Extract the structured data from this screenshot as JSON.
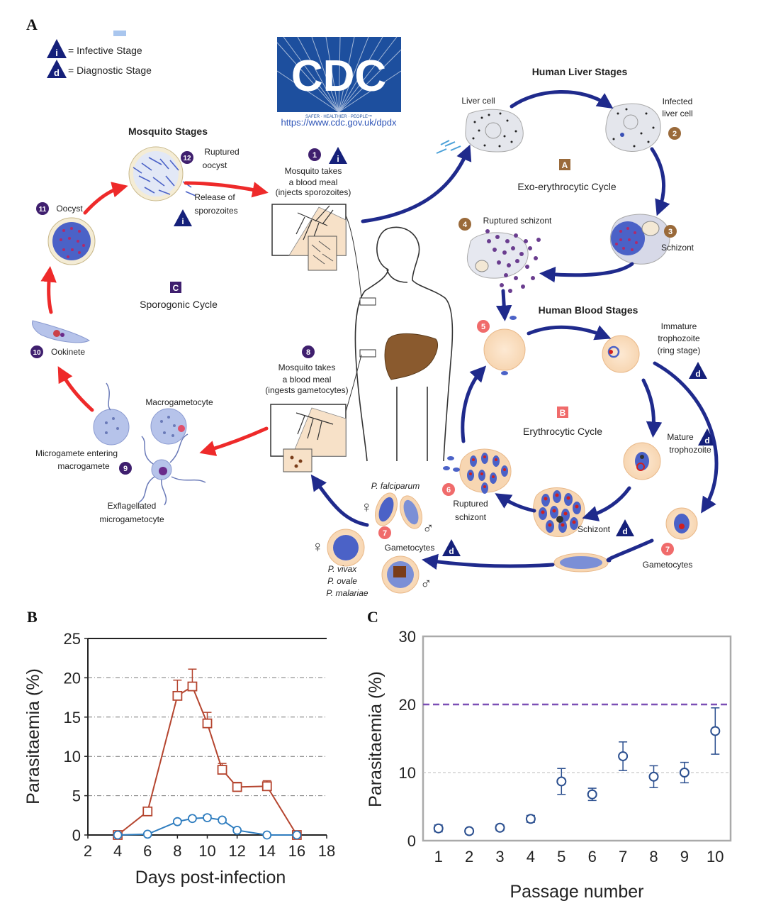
{
  "panel_a": {
    "letter": "A",
    "legend": [
      {
        "symbol": "i",
        "text": "= Infective Stage"
      },
      {
        "symbol": "d",
        "text": "= Diagnostic Stage"
      }
    ],
    "cdc_logo": {
      "text": "CDC",
      "tagline": "SAFER · HEALTHIER · PEOPLE™",
      "url": "https://www.cdc.gov.uk/dpdx"
    },
    "sections": {
      "mosquito": "Mosquito Stages",
      "liver": "Human Liver Stages",
      "blood": "Human Blood Stages"
    },
    "cycles": [
      {
        "letter": "A",
        "name": "Exo-erythrocytic Cycle",
        "color": "#9a6a3a"
      },
      {
        "letter": "B",
        "name": "Erythrocytic Cycle",
        "color": "#f06b6b"
      },
      {
        "letter": "C",
        "name": "Sporogonic Cycle",
        "color": "#3f1f6e"
      }
    ],
    "labels": {
      "s1_line1": "Mosquito takes",
      "s1_line2": "a blood meal",
      "s1_line3": "(injects sporozoites)",
      "liver_cell": "Liver cell",
      "infected_1": "Infected",
      "infected_2": "liver cell",
      "schizont": "Schizont",
      "ruptured_schizont": "Ruptured schizont",
      "immature_1": "Immature",
      "immature_2": "trophozoite",
      "immature_3": "(ring stage)",
      "mature_1": "Mature",
      "mature_2": "trophozoite",
      "blood_schizont": "Schizont",
      "ruptured_1": "Ruptured",
      "ruptured_2": "schizont",
      "gametocytes": "Gametocytes",
      "gametocytes_right": "Gametocytes",
      "p_falciparum": "P. falciparum",
      "p_vivax": "P. vivax",
      "p_ovale": "P. ovale",
      "p_malariae": "P. malariae",
      "s8_line1": "Mosquito takes",
      "s8_line2": "a blood meal",
      "s8_line3": "(ingests gametocytes)",
      "macrogametocyte": "Macrogametocyte",
      "microgamete_1": "Microgamete entering",
      "microgamete_2": "macrogamete",
      "exflag_1": "Exflagellated",
      "exflag_2": "microgametocyte",
      "ookinete": "Ookinete",
      "oocyst": "Oocyst",
      "ruptured_oocyst_1": "Ruptured",
      "ruptured_oocyst_2": "oocyst",
      "release_1": "Release of",
      "release_2": "sporozoites"
    },
    "stage_numbers": [
      "1",
      "2",
      "3",
      "4",
      "5",
      "6",
      "7",
      "7",
      "8",
      "9",
      "10",
      "11",
      "12"
    ]
  },
  "panel_b": {
    "letter": "B",
    "chart_data": {
      "type": "line",
      "xlabel": "Days post-infection",
      "ylabel": "Parasitaemia (%)",
      "xlim": [
        2,
        18
      ],
      "ylim": [
        0,
        25
      ],
      "xticks": [
        2,
        4,
        6,
        8,
        10,
        12,
        14,
        16,
        18
      ],
      "yticks": [
        0,
        5,
        10,
        15,
        20,
        25
      ],
      "grid": "horizontal dashed",
      "series": [
        {
          "marker": "square",
          "color": "#b5452f",
          "x": [
            4,
            6,
            8,
            9,
            10,
            11,
            12,
            14,
            16
          ],
          "y": [
            0,
            3.0,
            17.7,
            18.9,
            14.2,
            8.3,
            6.1,
            6.2,
            0
          ],
          "err": [
            0,
            0.2,
            2.0,
            2.2,
            1.4,
            0.8,
            0.6,
            0.7,
            0
          ]
        },
        {
          "marker": "circle",
          "color": "#2f7dbf",
          "x": [
            4,
            6,
            8,
            9,
            10,
            11,
            12,
            14,
            16
          ],
          "y": [
            0,
            0.1,
            1.7,
            2.1,
            2.2,
            1.9,
            0.6,
            0,
            0
          ],
          "err": [
            0,
            0,
            0.2,
            0.2,
            0.3,
            0.2,
            0.1,
            0,
            0
          ]
        }
      ]
    }
  },
  "panel_c": {
    "letter": "C",
    "chart_data": {
      "type": "scatter",
      "xlabel": "Passage number",
      "ylabel": "Parasitaemia (%)",
      "xlim": [
        0.5,
        10.5
      ],
      "ylim": [
        0,
        30
      ],
      "xticks": [
        1,
        2,
        3,
        4,
        5,
        6,
        7,
        8,
        9,
        10
      ],
      "yticks": [
        0,
        10,
        20,
        30
      ],
      "reference_line": {
        "y": 20,
        "color": "#7b4fb5",
        "style": "dashed"
      },
      "grid": "horizontal dashed at 10",
      "series": [
        {
          "marker": "circle",
          "color": "#2b4f8f",
          "x": [
            1,
            2,
            3,
            4,
            5,
            6,
            7,
            8,
            9,
            10
          ],
          "y": [
            1.8,
            1.4,
            1.9,
            3.2,
            8.7,
            6.8,
            12.4,
            9.4,
            10.0,
            16.1
          ],
          "err": [
            0.5,
            0.4,
            0.4,
            0.5,
            1.9,
            0.9,
            2.1,
            1.6,
            1.5,
            3.4
          ]
        }
      ]
    }
  }
}
